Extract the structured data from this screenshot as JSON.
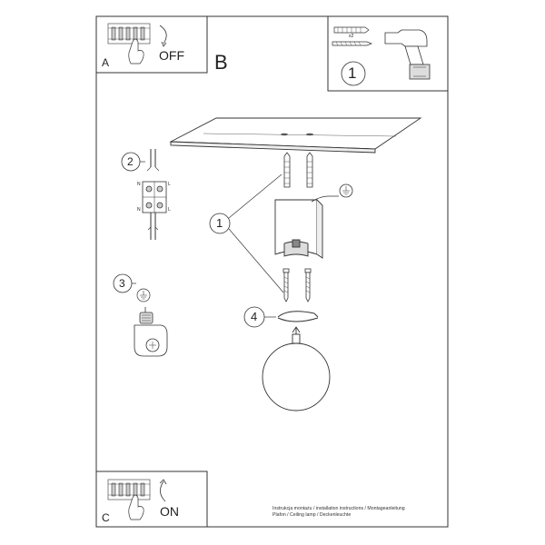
{
  "panels": {
    "a": {
      "label": "A",
      "switch_text": "OFF"
    },
    "b": {
      "label": "B"
    },
    "c": {
      "label": "C",
      "switch_text": "ON"
    },
    "tools": {
      "step_number": "1",
      "screw_quantity": "x2"
    }
  },
  "callouts": {
    "step_1": "1",
    "step_2": "2",
    "step_3": "3",
    "step_4": "4"
  },
  "connector_marks": [
    "N",
    "L",
    "N",
    "L"
  ],
  "footer": {
    "line1": "Instrukcja montażu / installation instructions / Montageanleitung",
    "line2": "Plafon / Ceiling lamp / Deckenleuchte"
  }
}
